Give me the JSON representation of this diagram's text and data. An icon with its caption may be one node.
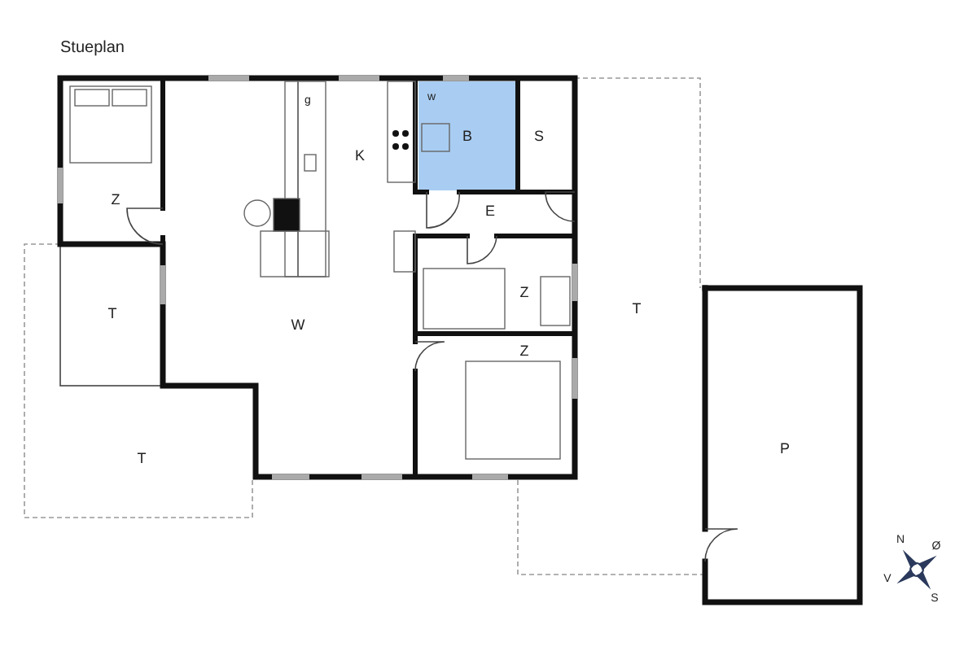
{
  "diagram": {
    "title": "Stueplan",
    "labels": [
      "g",
      "w",
      "B",
      "S",
      "K",
      "Z",
      "E",
      "T",
      "W",
      "Z",
      "T",
      "Z",
      "P",
      "T",
      "N",
      "Ø",
      "V",
      "S"
    ]
  }
}
